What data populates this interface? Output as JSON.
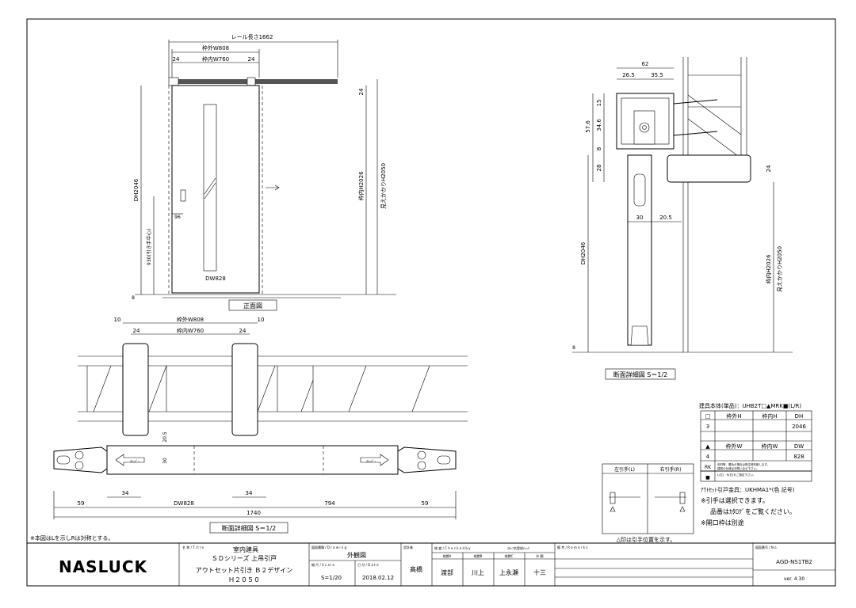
{
  "elevation": {
    "rail_length": "レール長さ1662",
    "frame_outer": "枠外W808",
    "frame_inner": "枠内W760",
    "side_24a": "24",
    "side_24b": "24",
    "top_24": "24",
    "dh": "DH2046",
    "pull_height": "930(引き手中心)",
    "handle_96": "96",
    "dw": "DW828",
    "frame_h": "枠内H2026",
    "visible_h": "見えかかりH2050",
    "base_8": "8",
    "caption": "正面図"
  },
  "plan": {
    "frame_outer": "枠外W808",
    "frame_inner": "枠内W760",
    "left_10": "10",
    "right_10": "10",
    "left_24": "24",
    "right_24": "24",
    "gap_205": "20.5",
    "thick_30": "30",
    "offset_34a": "34",
    "offset_34b": "34",
    "left_59": "59",
    "right_59": "59",
    "dw": "DW828",
    "mid_794": "794",
    "total_1740": "1740",
    "caption": "断面詳細図 S＝1/2",
    "arrow_left": "ｽﾄｯﾊﾟｰ",
    "arrow_right": "ｽﾄｯﾊﾟｰ"
  },
  "section": {
    "w62": "62",
    "w265": "26.5",
    "w355": "35.5",
    "h15": "15",
    "h576": "57.6",
    "h346": "34.6",
    "h8": "8",
    "h28": "28",
    "h24": "24",
    "w30": "30",
    "w205": "20.5",
    "dh": "DH2046",
    "frame_h": "枠内H2026",
    "visible_h": "見えかかりH2050",
    "base_8": "8",
    "caption": "断面詳細図 S＝1/2"
  },
  "note_left": "※本図はLを示しRは対称とする。",
  "spec": {
    "title": "建具本体(単品)：UHB2T□▲MRK■(L/R)",
    "header_h": [
      "□",
      "枠外H",
      "枠内H",
      "DH"
    ],
    "row_h": [
      "3",
      "",
      "",
      "2046"
    ],
    "header_w": [
      "▲",
      "枠外W",
      "枠内W",
      "DW"
    ],
    "row_w": [
      "4",
      "",
      "",
      "828"
    ],
    "rk_label": "RK",
    "rk_note": "床材等、着色の場合は受注時判断します。",
    "rk_note2": "建具の仕様はお問い合せ下さい。",
    "sq_label": "■",
    "sq_note": "L(左)・R(右)をご指定下さい。",
    "hardware": "ｱｳﾄｾｯﾄ引戸金具：UKHMA1*(色 記号)",
    "note1": "※引手は選択できます。",
    "note2": "品番はｶﾀﾛｸﾞをご覧ください。",
    "note3": "※開口枠は別途"
  },
  "pull": {
    "left": "左引手(L)",
    "right": "右引手(R)",
    "note": "△印は引手位置を示す。"
  },
  "titleblock": {
    "logo": "NASLUCK",
    "title_label": "名 称 / T i t l e",
    "title1": "室内建具",
    "title2": "ＳＤシリーズ 上吊引戸",
    "title3": "アウトセット片引き Ｂ２デザイン",
    "title4": "Ｈ２０５０",
    "drawing_label": "図面種類 / D r a w i n g",
    "drawing": "外観図",
    "scale_label": "縮 尺 / S c a l e",
    "scale": "S=1/20",
    "date_label": "日 付 / D a t e",
    "date": "2018.02.12",
    "design_label": "設計者",
    "designer": "髙橋",
    "check_label": "検 査 / C h e c k  e d  b y",
    "check_sub": "ｽﾀｯﾌ名登録ﾁｪｯｸ",
    "roles": [
      "検閲A",
      "検閲B",
      "検閲C",
      "外 観"
    ],
    "names": [
      "渡部",
      "川上",
      "上永瀬",
      "十三"
    ],
    "remarks_label": "備 考 / R e m a r k s",
    "number_label": "図面番号 / N o .",
    "number": "AGD-NS1TB2",
    "version": "ver. 4.30"
  }
}
